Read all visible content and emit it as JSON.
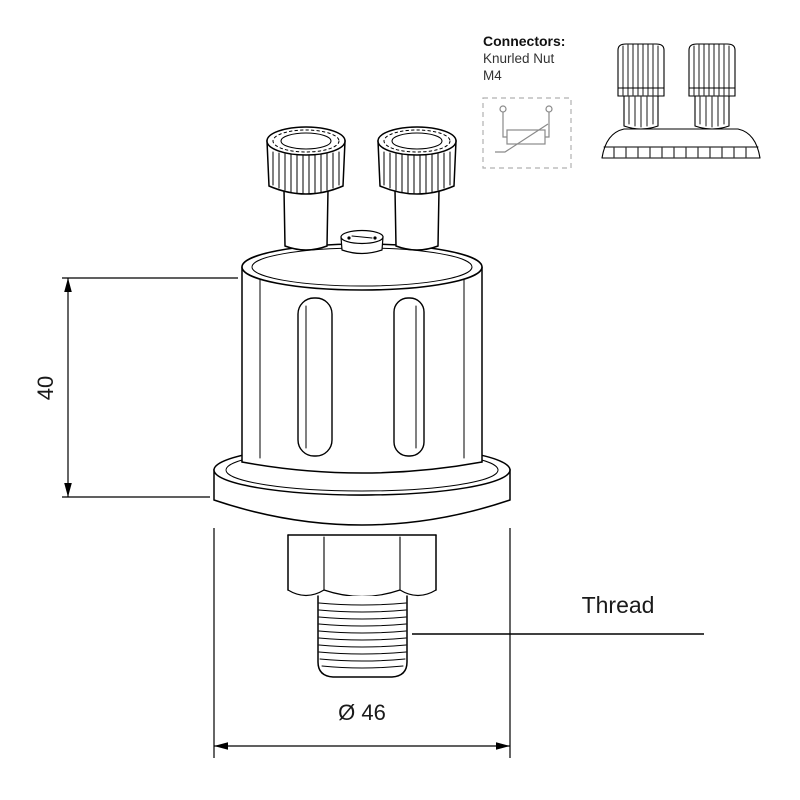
{
  "drawing": {
    "dimensions": {
      "height_label": "40",
      "diameter_label": "Ø 46",
      "thread_label": "Thread"
    },
    "connectors": {
      "heading": "Connectors:",
      "type": "Knurled Nut",
      "size": "M4"
    },
    "icons": {
      "schematic": "thermistor-symbol"
    },
    "colors": {
      "line": "#000000",
      "schematic_line": "#8a8a8a",
      "schematic_border": "#b0b0b0",
      "background": "#ffffff"
    }
  }
}
